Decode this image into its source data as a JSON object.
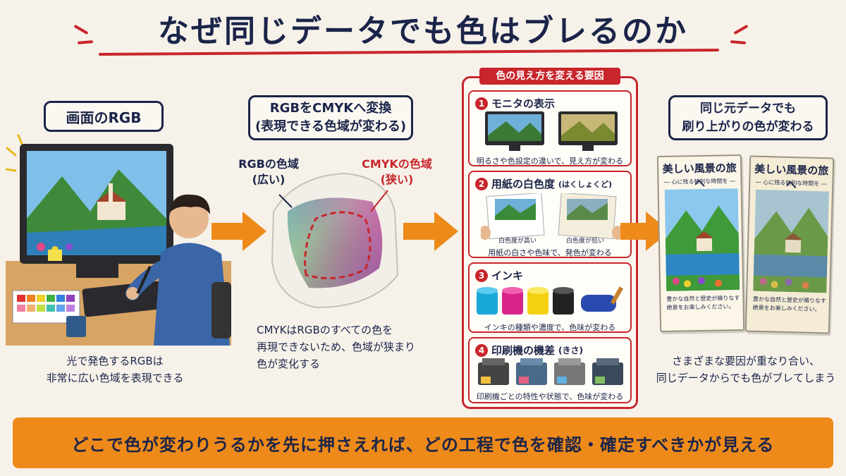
{
  "title": "なぜ同じデータでも色はブレるのか",
  "steps": {
    "rgb": {
      "label": "画面のRGB",
      "caption_line1": "光で発色するRGBは",
      "caption_line2": "非常に広い色域を表現できる"
    },
    "convert": {
      "label_line1": "RGBをCMYKへ変換",
      "label_line2": "(表現できる色域が変わる)",
      "gamut_rgb_line1": "RGBの色域",
      "gamut_rgb_line2": "(広い)",
      "gamut_cmyk_line1": "CMYKの色域",
      "gamut_cmyk_line2": "(狭い)",
      "caption_line1": "CMYKはRGBのすべての色を",
      "caption_line2": "再現できないため、色域が狭まり",
      "caption_line3": "色が変化する"
    },
    "factors": {
      "tag": "色の見え方を変える要因",
      "items": [
        {
          "num": "1",
          "title": "モニタの表示",
          "caption": "明るさや色設定の違いで、見え方が変わる"
        },
        {
          "num": "2",
          "title": "用紙の白色度",
          "title_note": "(はくしょくど)",
          "paper_high": "白色度が高い",
          "paper_low": "白色度が低い",
          "caption": "用紙の白さや色味で、発色が変わる"
        },
        {
          "num": "3",
          "title": "インキ",
          "caption": "インキの種類や濃度で、色味が変わる"
        },
        {
          "num": "4",
          "title": "印刷機の機差",
          "title_note": "(きさ)",
          "caption": "印刷機ごとの特性や状態で、色味が変わる"
        }
      ]
    },
    "result": {
      "label_line1": "同じ元データでも",
      "label_line2": "刷り上がりの色が変わる",
      "flyer_title": "美しい風景の旅へ",
      "flyer_sub": "― 心に残る特別な時間を ―",
      "flyer_body": "豊かな自然と歴史が織りなす絶景をお楽しみください。",
      "caption_line1": "さまざまな要因が重なり合い、",
      "caption_line2": "同じデータからでも色がブレてしまう"
    }
  },
  "bottom": "どこで色が変わりうるかを先に押さえれば、どの工程で色を確認・確定すべきかが見える",
  "colors": {
    "navy": "#1b2449",
    "accent_red": "#c8262c",
    "arrow_orange": "#ee8a1a",
    "background": "#f6f2ea"
  }
}
